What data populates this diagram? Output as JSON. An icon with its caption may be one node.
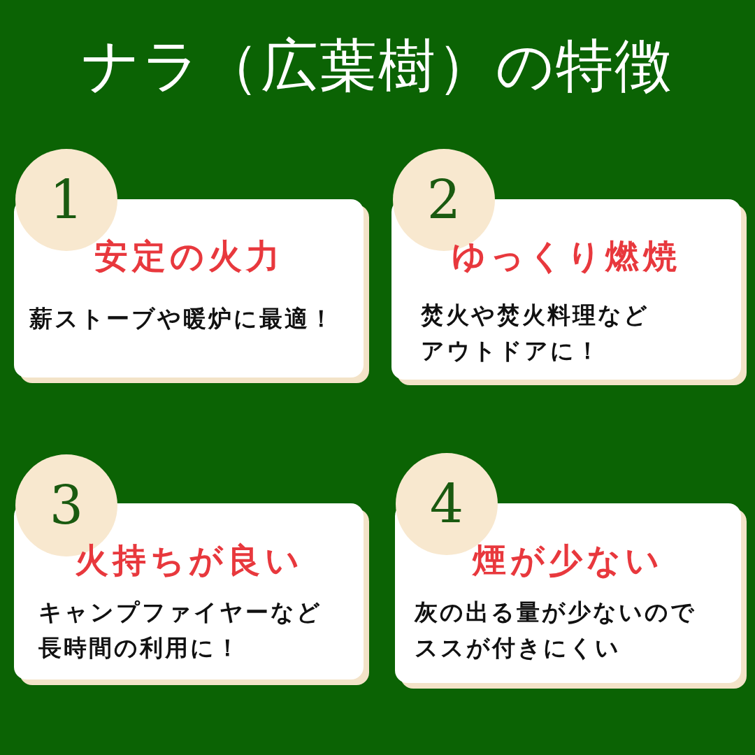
{
  "diagram": {
    "title": "ナラ（広葉樹）の特徴",
    "nodes": [
      {
        "text": [
          "1"
        ]
      },
      {
        "text": [
          "安定の火力",
          "薪ストーブや暖炉に最適！"
        ]
      },
      {
        "text": [
          "2"
        ]
      },
      {
        "text": [
          "ゆっくり燃焼",
          "焚火や焚火料理などアウトドアに！"
        ]
      },
      {
        "text": [
          "3"
        ]
      },
      {
        "text": [
          "火持ちが良い",
          "キャンプファイヤーなど長時間の利用に！"
        ]
      },
      {
        "text": [
          "4"
        ]
      },
      {
        "text": [
          "煙が少ない",
          "灰の出る量が少ないのでススが付きにくい"
        ]
      }
    ],
    "edges": []
  }
}
